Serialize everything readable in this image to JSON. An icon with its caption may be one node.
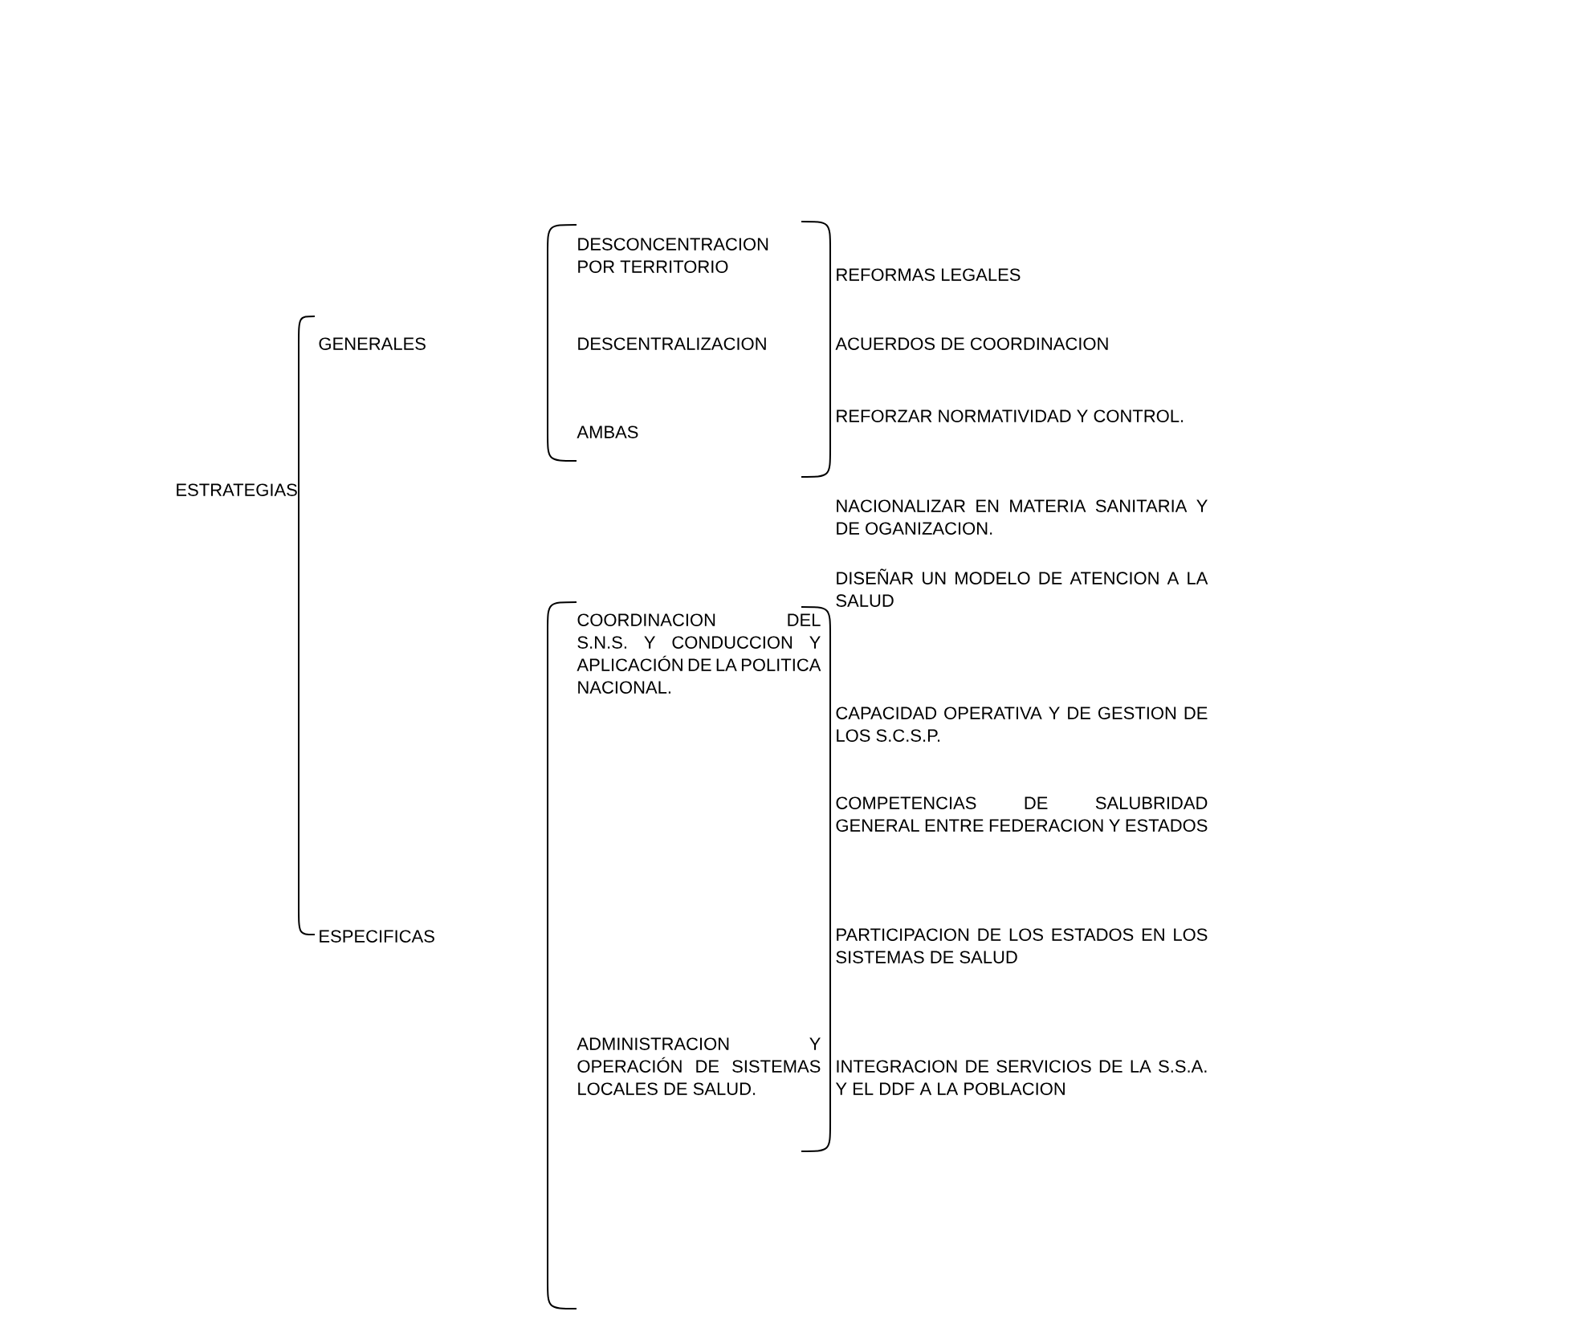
{
  "diagram": {
    "labels": [
      "ESTRATEGIAS",
      "GENERALES",
      "DESCONCENTRACION POR TERRITORIO",
      "DESCENTRALIZACION",
      "AMBAS",
      "ESPECIFICAS",
      "COORDINACION DEL S.N.S. Y CONDUCCION Y APLICACIÓN DE LA POLITICA NACIONAL.",
      "ADMINISTRACION Y OPERACIÓN DE SISTEMAS LOCALES DE SALUD.",
      "REFORMAS LEGALES",
      "ACUERDOS DE COORDINACION",
      "REFORZAR NORMATIVIDAD Y CONTROL.",
      "NACIONALIZAR EN MATERIA SANITARIA Y DE OGANIZACION.",
      "DISEÑAR UN MODELO DE ATENCION A LA SALUD",
      "CAPACIDAD OPERATIVA Y DE GESTION DE LOS S.C.S.P.",
      "COMPETENCIAS DE SALUBRIDAD GENERAL ENTRE FEDERACION Y ESTADOS",
      "PARTICIPACION DE LOS ESTADOS EN LOS SISTEMAS DE SALUD",
      "INTEGRACION DE SERVICIOS DE LA S.S.A. Y EL DDF A LA POBLACION"
    ]
  }
}
